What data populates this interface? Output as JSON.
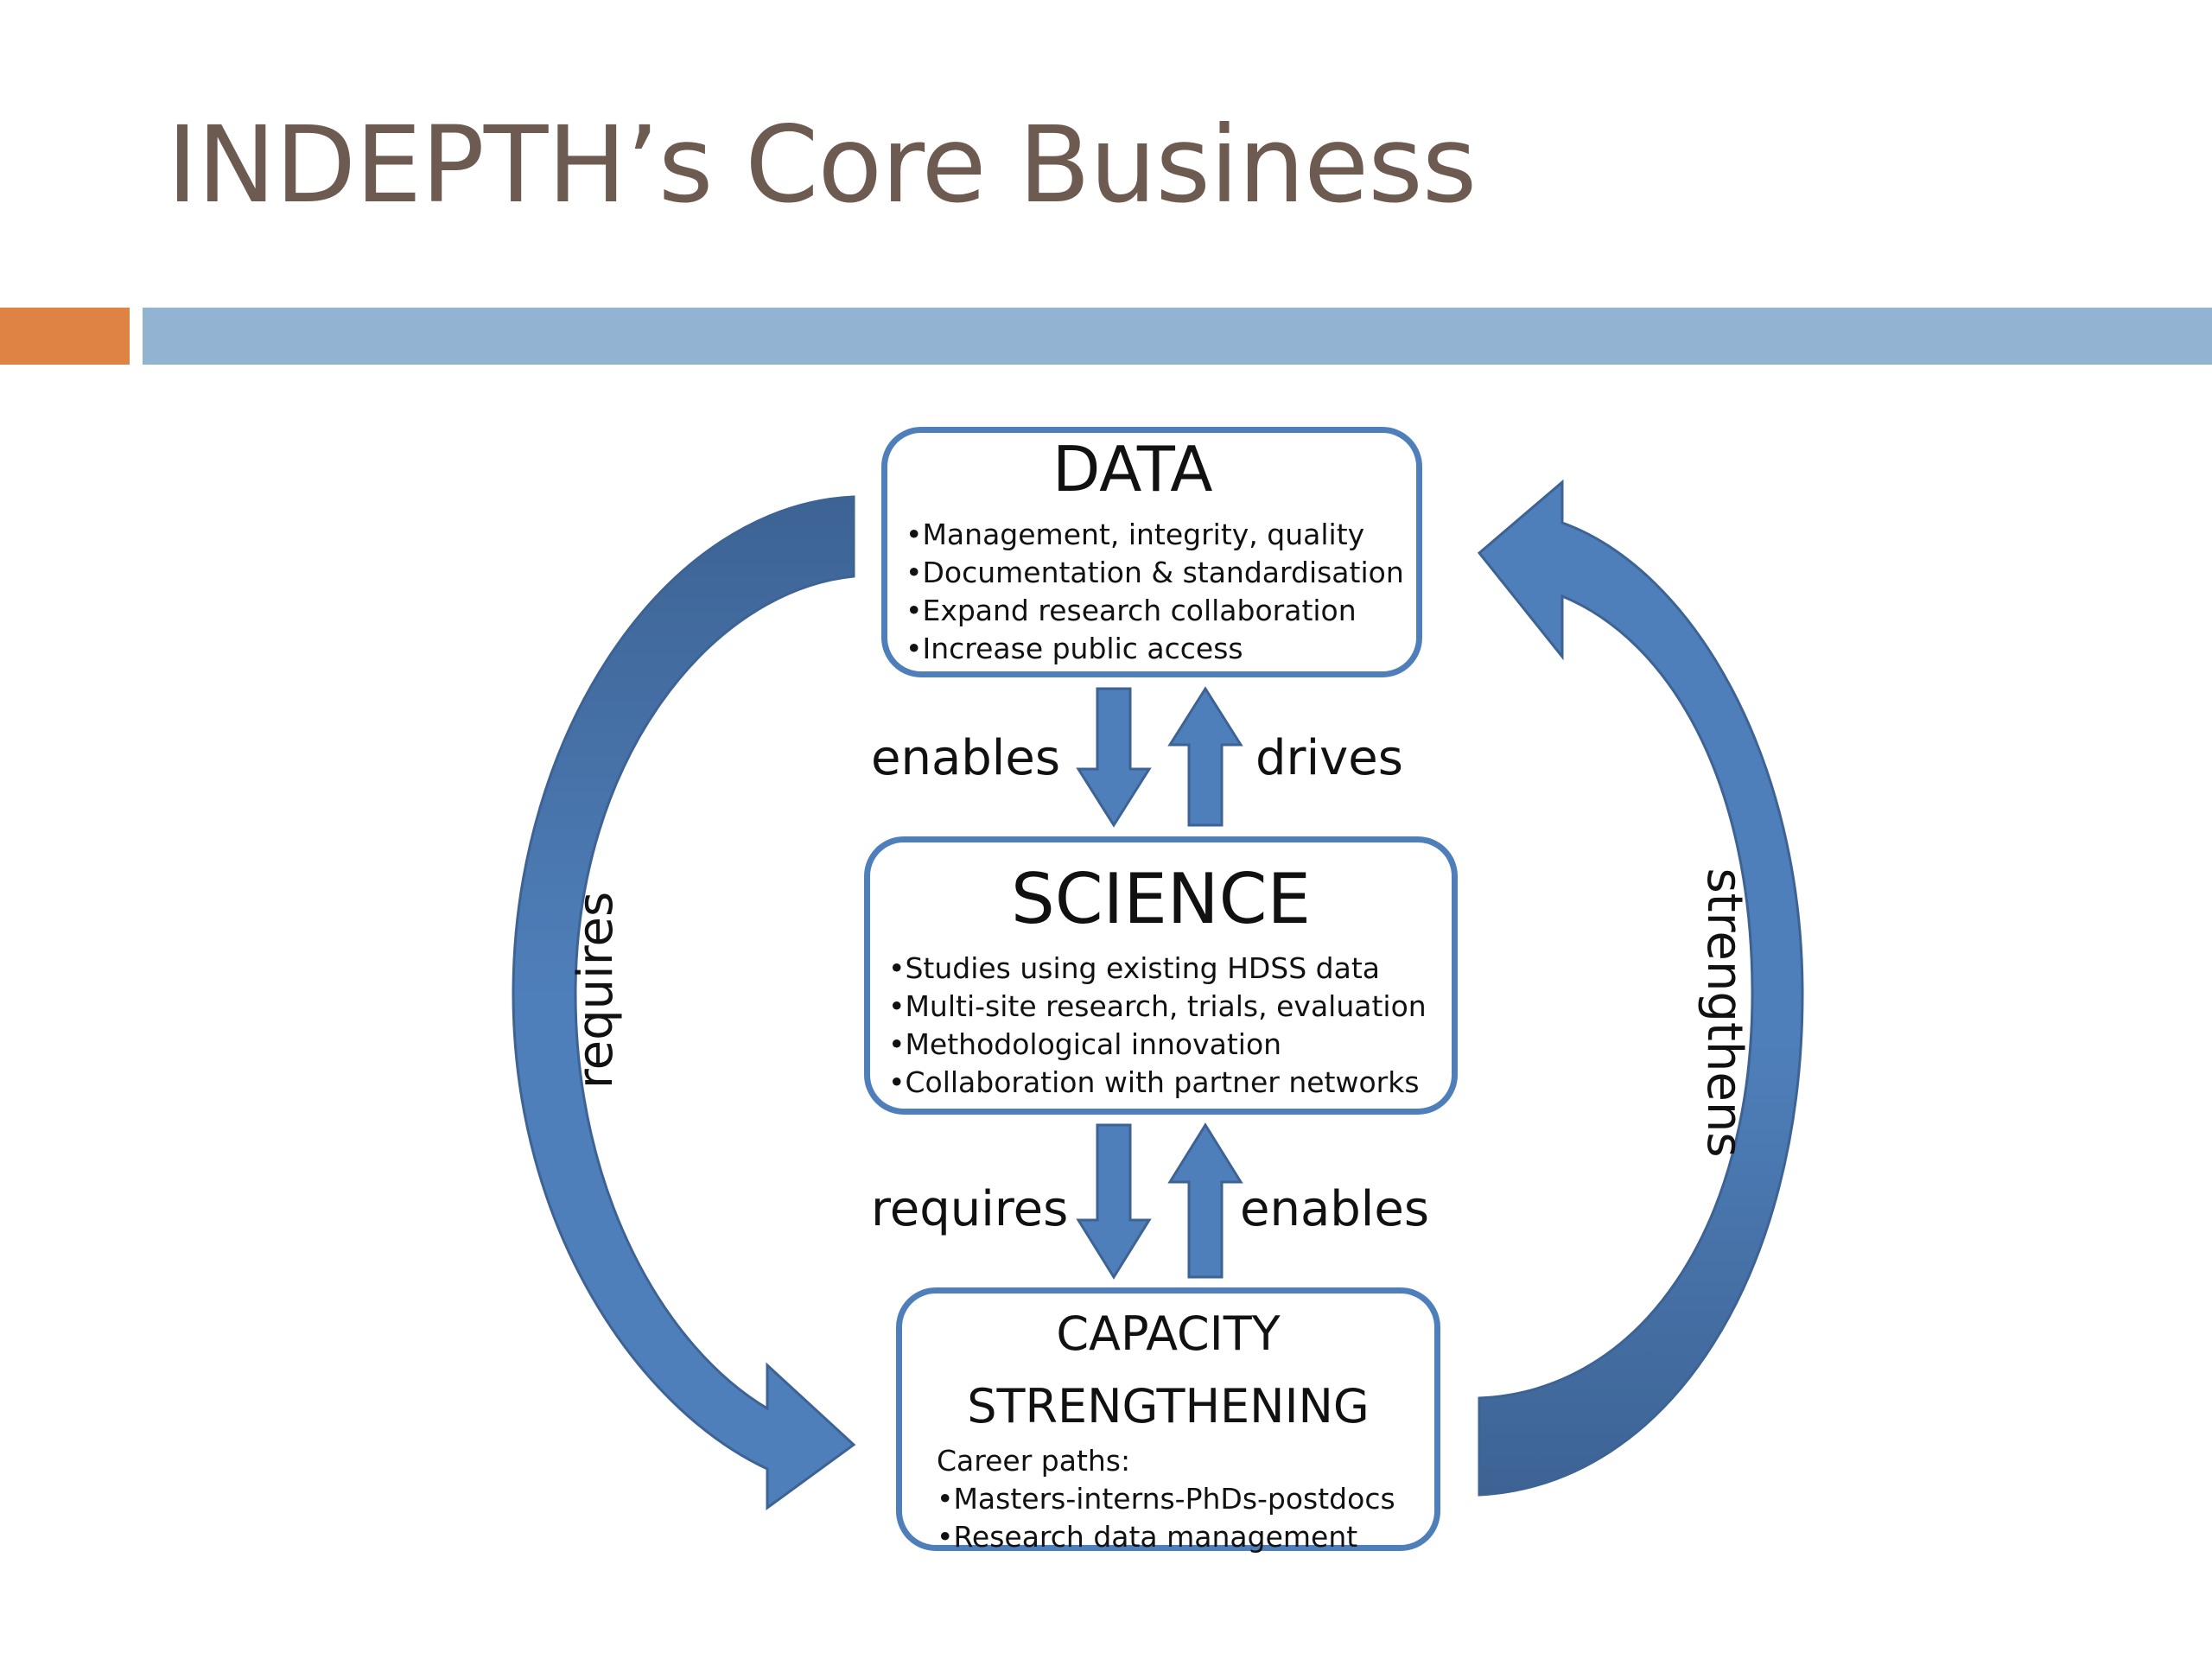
{
  "slide": {
    "title": "INDEPTH’s Core Business"
  },
  "colors": {
    "title_text": "#6d5a50",
    "accent_orange": "#df8344",
    "accent_blue_bar": "#93b3d3",
    "arrow_blue": "#4f7fba",
    "arrow_dark": "#3d6394"
  },
  "boxes": {
    "data": {
      "heading": "DATA",
      "items": [
        "•Management, integrity, quality",
        "•Documentation & standardisation",
        "•Expand research collaboration",
        "•Increase public access"
      ]
    },
    "science": {
      "heading": "SCIENCE",
      "items": [
        "•Studies using existing HDSS data",
        "•Multi-site research, trials, evaluation",
        "•Methodological innovation",
        "•Collaboration with partner networks"
      ]
    },
    "capacity": {
      "heading_line1": "CAPACITY",
      "heading_line2": "STRENGTHENING",
      "subheading": "Career paths:",
      "items": [
        "•Masters-interns-PhDs-postdocs",
        "•Research data management"
      ]
    }
  },
  "labels": {
    "data_to_science": "enables",
    "science_to_data": "drives",
    "science_to_capacity": "requires",
    "capacity_to_science": "enables",
    "left_curve": "requires",
    "right_curve": "strengthens"
  }
}
